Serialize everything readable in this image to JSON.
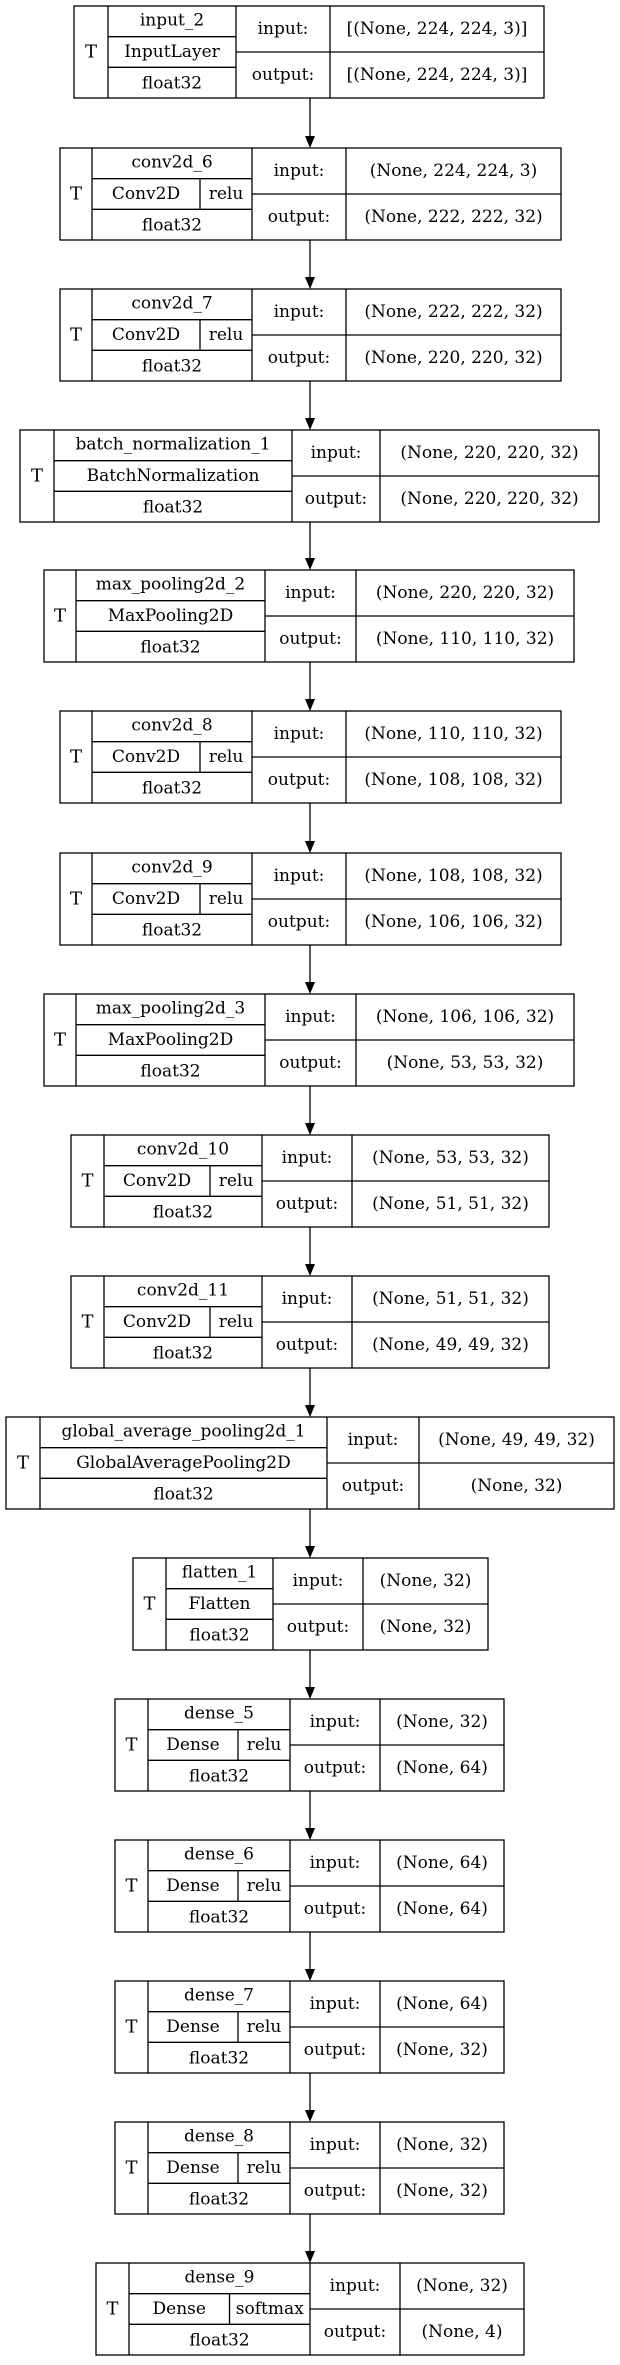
{
  "nodes": [
    {
      "type_marker": "T",
      "name": "input_2",
      "class": "InputLayer",
      "activation": "",
      "dtype": "float32",
      "input_label": "input:",
      "input_shape": "[(None, 224, 224, 3)]",
      "output_label": "output:",
      "output_shape": "[(None, 224, 224, 3)]"
    },
    {
      "type_marker": "T",
      "name": "conv2d_6",
      "class": "Conv2D",
      "activation": "relu",
      "dtype": "float32",
      "input_label": "input:",
      "input_shape": "(None, 224, 224, 3)",
      "output_label": "output:",
      "output_shape": "(None, 222, 222, 32)"
    },
    {
      "type_marker": "T",
      "name": "conv2d_7",
      "class": "Conv2D",
      "activation": "relu",
      "dtype": "float32",
      "input_label": "input:",
      "input_shape": "(None, 222, 222, 32)",
      "output_label": "output:",
      "output_shape": "(None, 220, 220, 32)"
    },
    {
      "type_marker": "T",
      "name": "batch_normalization_1",
      "class": "BatchNormalization",
      "activation": "",
      "dtype": "float32",
      "input_label": "input:",
      "input_shape": "(None, 220, 220, 32)",
      "output_label": "output:",
      "output_shape": "(None, 220, 220, 32)"
    },
    {
      "type_marker": "T",
      "name": "max_pooling2d_2",
      "class": "MaxPooling2D",
      "activation": "",
      "dtype": "float32",
      "input_label": "input:",
      "input_shape": "(None, 220, 220, 32)",
      "output_label": "output:",
      "output_shape": "(None, 110, 110, 32)"
    },
    {
      "type_marker": "T",
      "name": "conv2d_8",
      "class": "Conv2D",
      "activation": "relu",
      "dtype": "float32",
      "input_label": "input:",
      "input_shape": "(None, 110, 110, 32)",
      "output_label": "output:",
      "output_shape": "(None, 108, 108, 32)"
    },
    {
      "type_marker": "T",
      "name": "conv2d_9",
      "class": "Conv2D",
      "activation": "relu",
      "dtype": "float32",
      "input_label": "input:",
      "input_shape": "(None, 108, 108, 32)",
      "output_label": "output:",
      "output_shape": "(None, 106, 106, 32)"
    },
    {
      "type_marker": "T",
      "name": "max_pooling2d_3",
      "class": "MaxPooling2D",
      "activation": "",
      "dtype": "float32",
      "input_label": "input:",
      "input_shape": "(None, 106, 106, 32)",
      "output_label": "output:",
      "output_shape": "(None, 53, 53, 32)"
    },
    {
      "type_marker": "T",
      "name": "conv2d_10",
      "class": "Conv2D",
      "activation": "relu",
      "dtype": "float32",
      "input_label": "input:",
      "input_shape": "(None, 53, 53, 32)",
      "output_label": "output:",
      "output_shape": "(None, 51, 51, 32)"
    },
    {
      "type_marker": "T",
      "name": "conv2d_11",
      "class": "Conv2D",
      "activation": "relu",
      "dtype": "float32",
      "input_label": "input:",
      "input_shape": "(None, 51, 51, 32)",
      "output_label": "output:",
      "output_shape": "(None, 49, 49, 32)"
    },
    {
      "type_marker": "T",
      "name": "global_average_pooling2d_1",
      "class": "GlobalAveragePooling2D",
      "activation": "",
      "dtype": "float32",
      "input_label": "input:",
      "input_shape": "(None, 49, 49, 32)",
      "output_label": "output:",
      "output_shape": "(None, 32)"
    },
    {
      "type_marker": "T",
      "name": "flatten_1",
      "class": "Flatten",
      "activation": "",
      "dtype": "float32",
      "input_label": "input:",
      "input_shape": "(None, 32)",
      "output_label": "output:",
      "output_shape": "(None, 32)"
    },
    {
      "type_marker": "T",
      "name": "dense_5",
      "class": "Dense",
      "activation": "relu",
      "dtype": "float32",
      "input_label": "input:",
      "input_shape": "(None, 32)",
      "output_label": "output:",
      "output_shape": "(None, 64)"
    },
    {
      "type_marker": "T",
      "name": "dense_6",
      "class": "Dense",
      "activation": "relu",
      "dtype": "float32",
      "input_label": "input:",
      "input_shape": "(None, 64)",
      "output_label": "output:",
      "output_shape": "(None, 64)"
    },
    {
      "type_marker": "T",
      "name": "dense_7",
      "class": "Dense",
      "activation": "relu",
      "dtype": "float32",
      "input_label": "input:",
      "input_shape": "(None, 64)",
      "output_label": "output:",
      "output_shape": "(None, 32)"
    },
    {
      "type_marker": "T",
      "name": "dense_8",
      "class": "Dense",
      "activation": "relu",
      "dtype": "float32",
      "input_label": "input:",
      "input_shape": "(None, 32)",
      "output_label": "output:",
      "output_shape": "(None, 32)"
    },
    {
      "type_marker": "T",
      "name": "dense_9",
      "class": "Dense",
      "activation": "softmax",
      "dtype": "float32",
      "input_label": "input:",
      "input_shape": "(None, 32)",
      "output_label": "output:",
      "output_shape": "(None, 4)"
    }
  ],
  "edges": [
    [
      0,
      1
    ],
    [
      1,
      2
    ],
    [
      2,
      3
    ],
    [
      3,
      4
    ],
    [
      4,
      5
    ],
    [
      5,
      6
    ],
    [
      6,
      7
    ],
    [
      7,
      8
    ],
    [
      8,
      9
    ],
    [
      9,
      10
    ],
    [
      10,
      11
    ],
    [
      11,
      12
    ],
    [
      12,
      13
    ],
    [
      13,
      14
    ],
    [
      14,
      15
    ],
    [
      15,
      16
    ]
  ]
}
